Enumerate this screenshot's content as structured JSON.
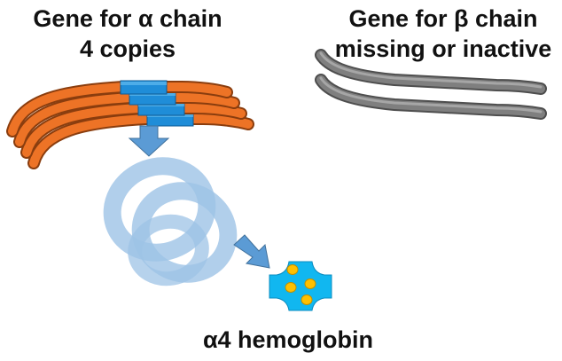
{
  "alpha_gene": {
    "line1": "Gene for α chain",
    "line2": "4 copies",
    "copy_count": 4,
    "chromosome_color": "#ED7326",
    "gene_segment_color": "#1F8DD8"
  },
  "beta_gene": {
    "line1": "Gene for β chain",
    "line2": "missing or inactive",
    "copy_count": 2,
    "chromosome_color": "#7F7F7F"
  },
  "protein": {
    "ring_color": "#9DC3E6",
    "arrow_color": "#5B9BD5"
  },
  "product": {
    "label": "α4 hemoglobin",
    "body_color": "#11B7F0",
    "heme_color": "#FFC000",
    "heme_count": 4
  }
}
